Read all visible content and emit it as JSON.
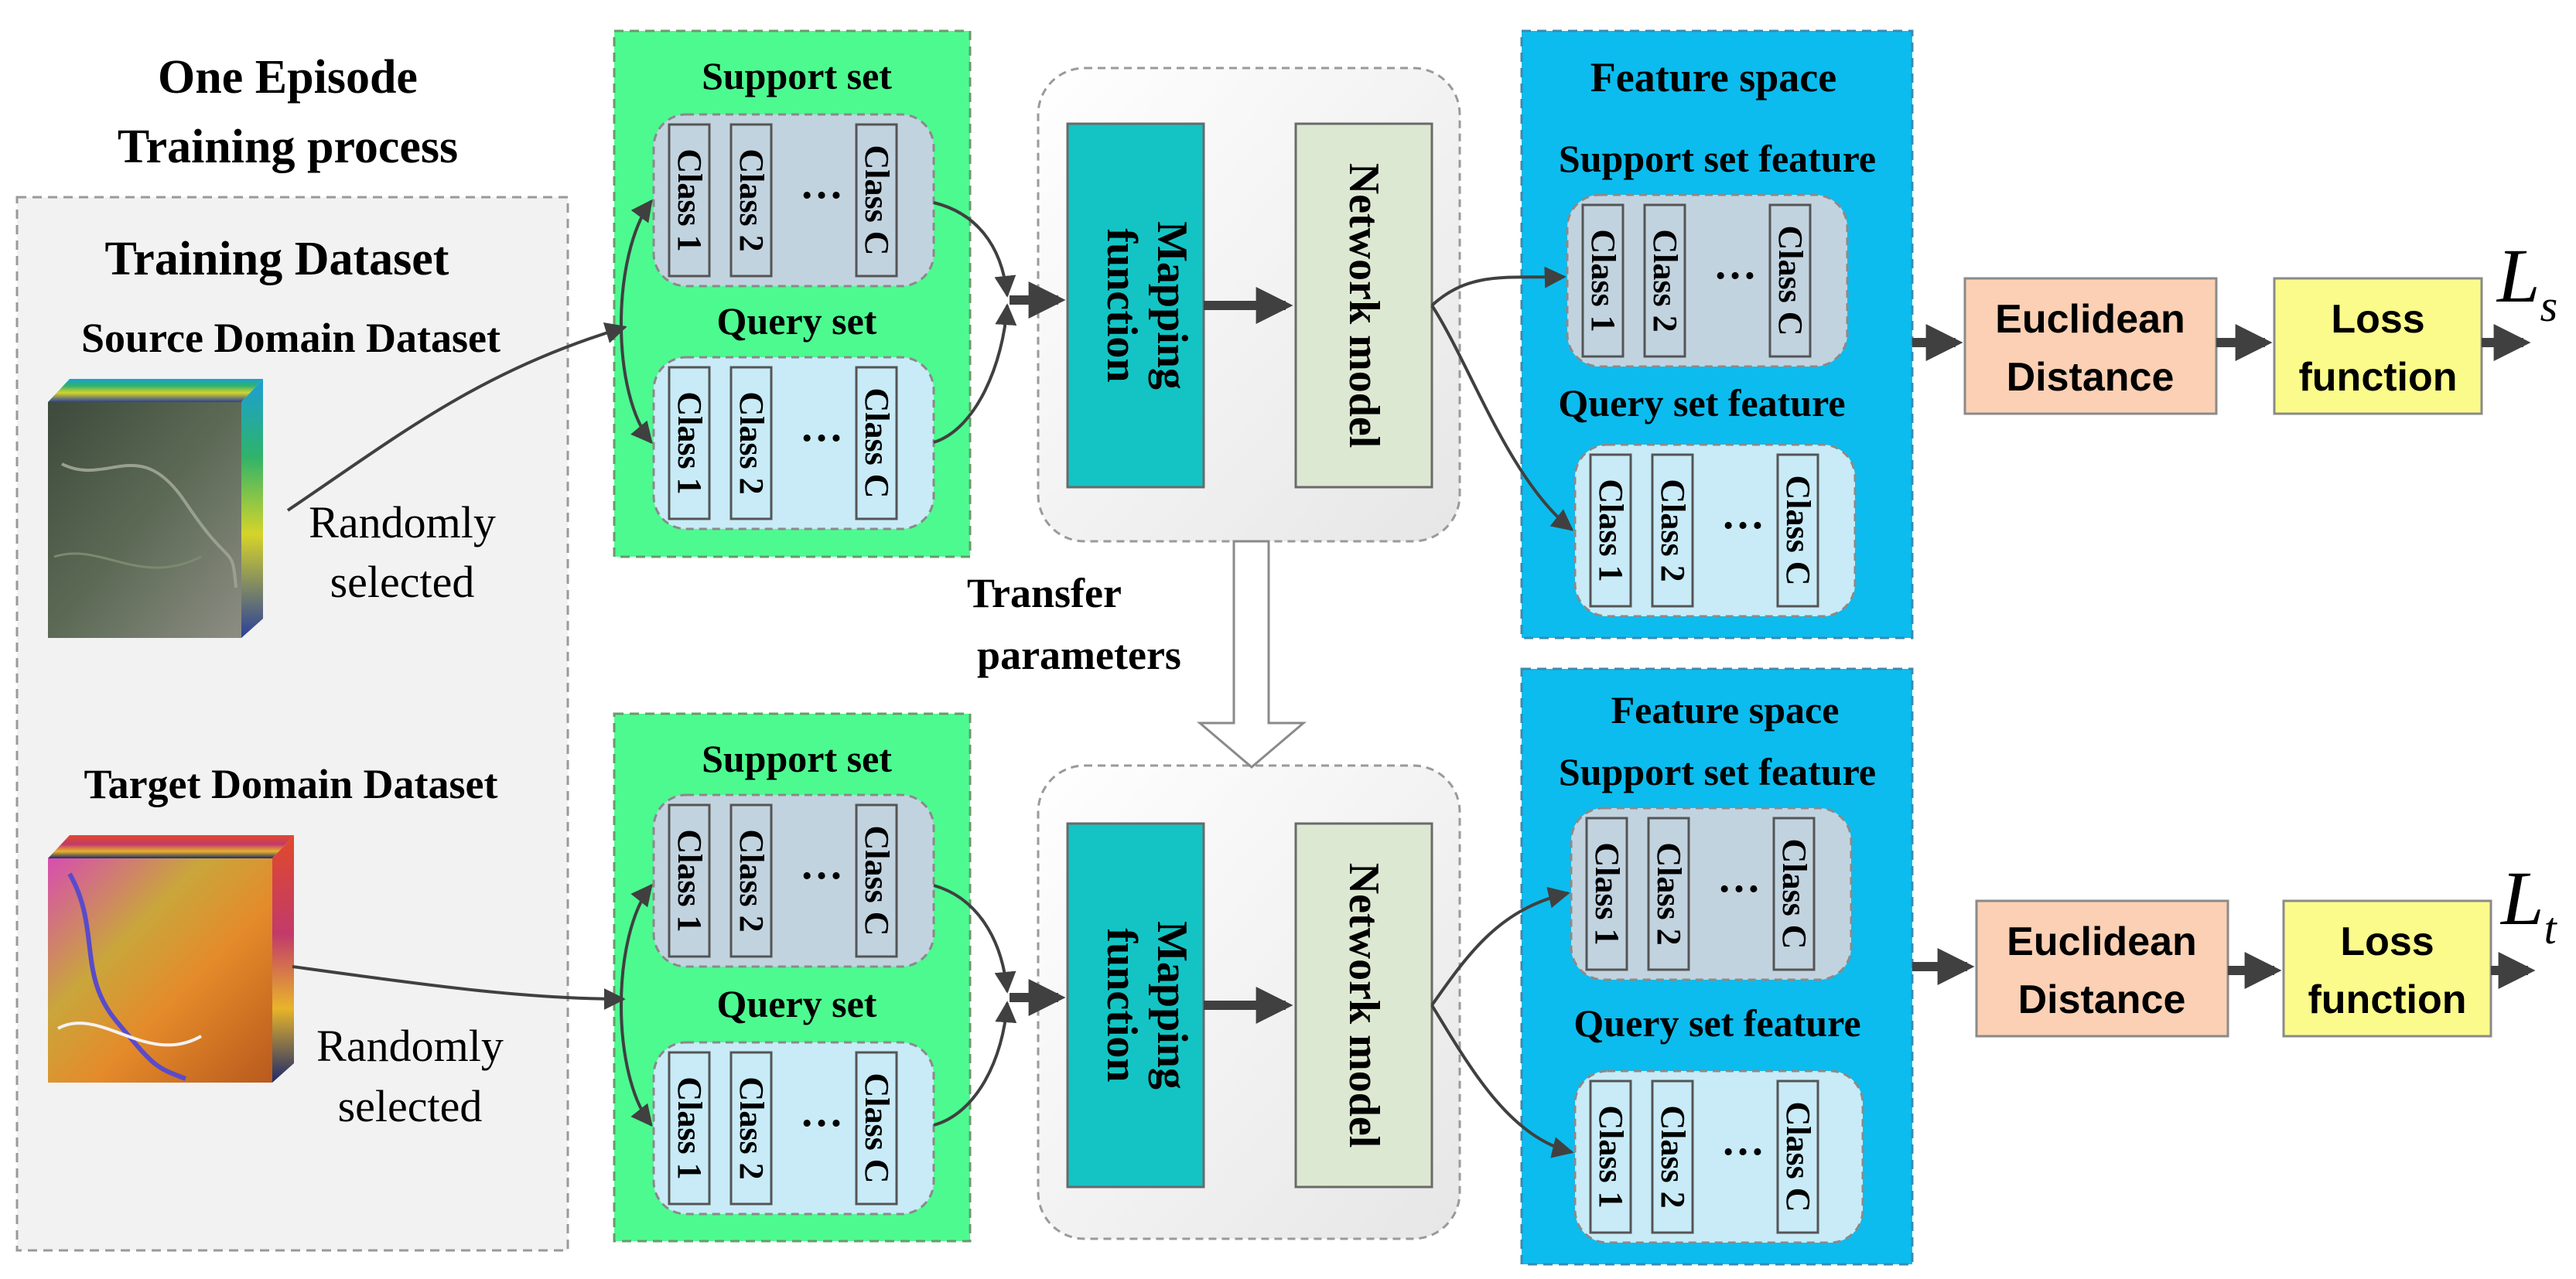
{
  "diagram": {
    "title_line1": "One Episode",
    "title_line2": "Training process",
    "training_dataset": "Training Dataset",
    "source_domain": "Source Domain Dataset",
    "target_domain": "Target Domain Dataset",
    "randomly": "Randomly",
    "selected": "selected",
    "support_set": "Support set",
    "query_set": "Query set",
    "class_1": "Class 1",
    "class_2": "Class 2",
    "class_c": "Class C",
    "ellipsis": "…",
    "mapping_line1": "Mapping",
    "mapping_line2": "function",
    "network_model": "Network model",
    "feature_space": "Feature space",
    "support_set_feature": "Support set feature",
    "query_set_feature": "Query set feature",
    "euclidean_line1": "Euclidean",
    "euclidean_line2": "Distance",
    "loss_line1": "Loss",
    "loss_line2": "function",
    "transfer_line1": "Transfer",
    "transfer_line2": "parameters",
    "loss_symbol": "L",
    "loss_sub_source": "s",
    "loss_sub_target": "t"
  },
  "colors": {
    "dataset_panel": "#f2f2f2",
    "set_panel": "#4dfa90",
    "support_box": "#c2d3e0",
    "query_box": "#c8ebf7",
    "mapping": "#14c4c4",
    "network": "#dde8d2",
    "feature_panel": "#0cbcee",
    "euclidean": "#fbd0b4",
    "loss": "#fbfb8c",
    "arrow": "#404040"
  }
}
